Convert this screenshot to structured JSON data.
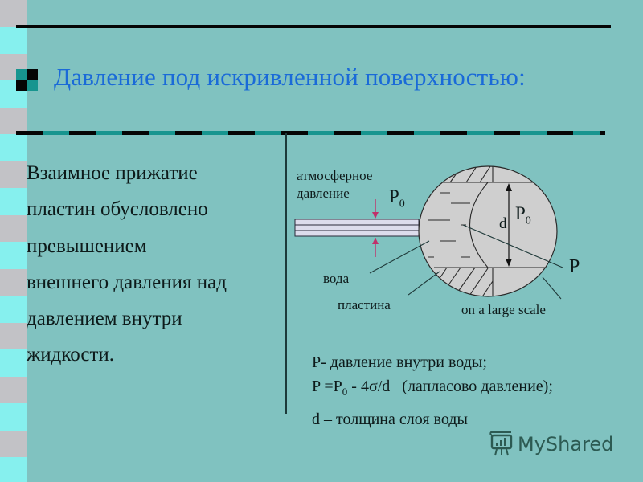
{
  "slide": {
    "title": "Давление под искривленной поверхностью:",
    "body_lines": [
      "Взаимное   прижатие",
      "пластин обусловлено",
      "превышением",
      "внешнего давления над",
      "давлением внутри",
      "жидкости."
    ]
  },
  "diagram": {
    "label_atm_line1": "атмосферное",
    "label_atm_line2": "давление",
    "label_p0_outer": "P",
    "label_p0_outer_sub": "0",
    "label_d": "d",
    "label_p0_inner": "P",
    "label_p0_inner_sub": "0",
    "label_p": "P",
    "label_water": "вода",
    "label_plate": "пластина",
    "label_scale": "on a large scale"
  },
  "legend": {
    "line1": "P- давление внутри воды;",
    "line2_a": "P =P",
    "line2_sub": "0",
    "line2_b": " - 4σ/d   (лапласово давление);",
    "line3": "d – толщина слоя воды"
  },
  "watermark": {
    "text": "MyShared"
  },
  "colors": {
    "background": "#80c2c0",
    "title": "#1a6ad8",
    "stripe_gray": "#c2c2c6",
    "stripe_cyan": "#86f0ee",
    "dash_teal": "#17958f",
    "arrow": "#c0306a",
    "plate": "#dcdcec",
    "circle_fill": "#cfcfcf"
  }
}
